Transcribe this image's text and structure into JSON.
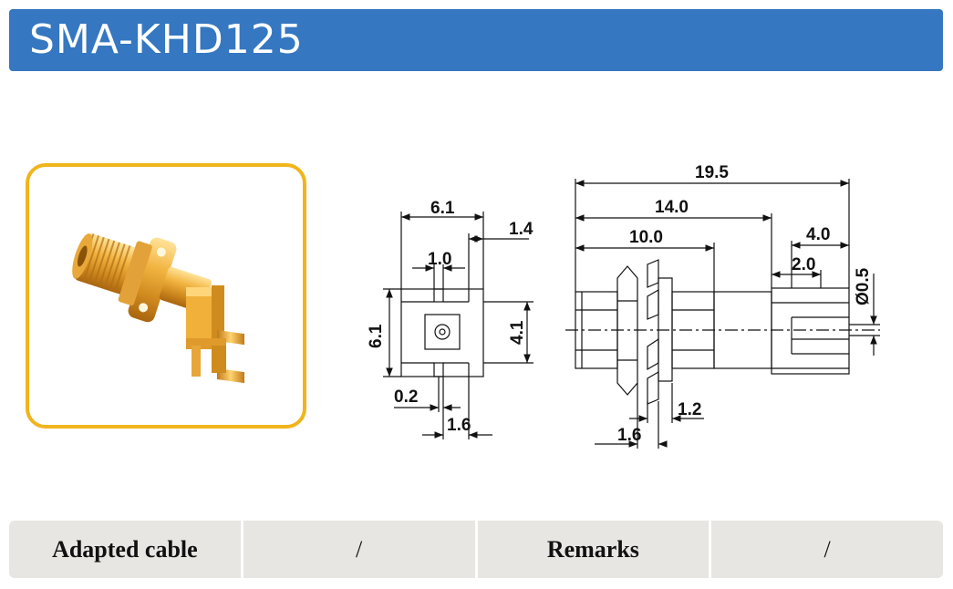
{
  "header": {
    "title": "SMA-KHD125"
  },
  "product_photo": {
    "frame_color": "#f0b51c",
    "icon": "sma-connector-photo"
  },
  "drawing": {
    "front_view": {
      "width_top": "6.1",
      "offset_right": "1.4",
      "slot_width": "1.0",
      "height_left": "6.1",
      "height_right": "4.1",
      "pin_gap": "0.2",
      "pin_spacing": "1.6"
    },
    "side_view": {
      "overall_length": "19.5",
      "body_length": "14.0",
      "thread_length": "10.0",
      "tail_length": "4.0",
      "pin_length": "2.0",
      "pin_diameter": "Ø0.5",
      "flange_gap": "1.2",
      "nut_width": "1.6"
    }
  },
  "spec_table": {
    "label_1": "Adapted cable",
    "value_1": "/",
    "label_2": "Remarks",
    "value_2": "/"
  },
  "colors": {
    "title_bar": "#3577c1",
    "accent": "#f0b51c",
    "table_bg": "#e8e6e3"
  }
}
